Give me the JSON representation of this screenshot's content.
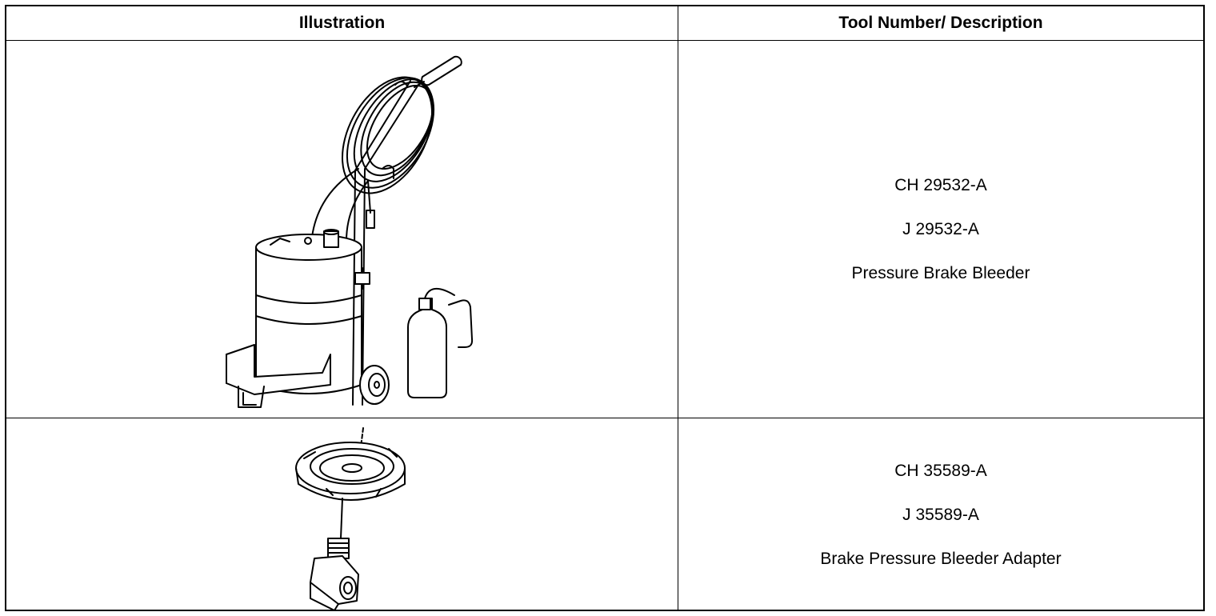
{
  "table": {
    "headers": [
      "Illustration",
      "Tool Number/ Description"
    ],
    "rows": [
      {
        "illustration_icon": "pressure-brake-bleeder-illustration",
        "lines": [
          "CH 29532-A",
          "J 29532-A",
          "Pressure Brake Bleeder"
        ]
      },
      {
        "illustration_icon": "bleeder-adapter-illustration",
        "lines": [
          "CH 35589-A",
          "J 35589-A",
          "Brake Pressure Bleeder Adapter"
        ]
      }
    ]
  }
}
